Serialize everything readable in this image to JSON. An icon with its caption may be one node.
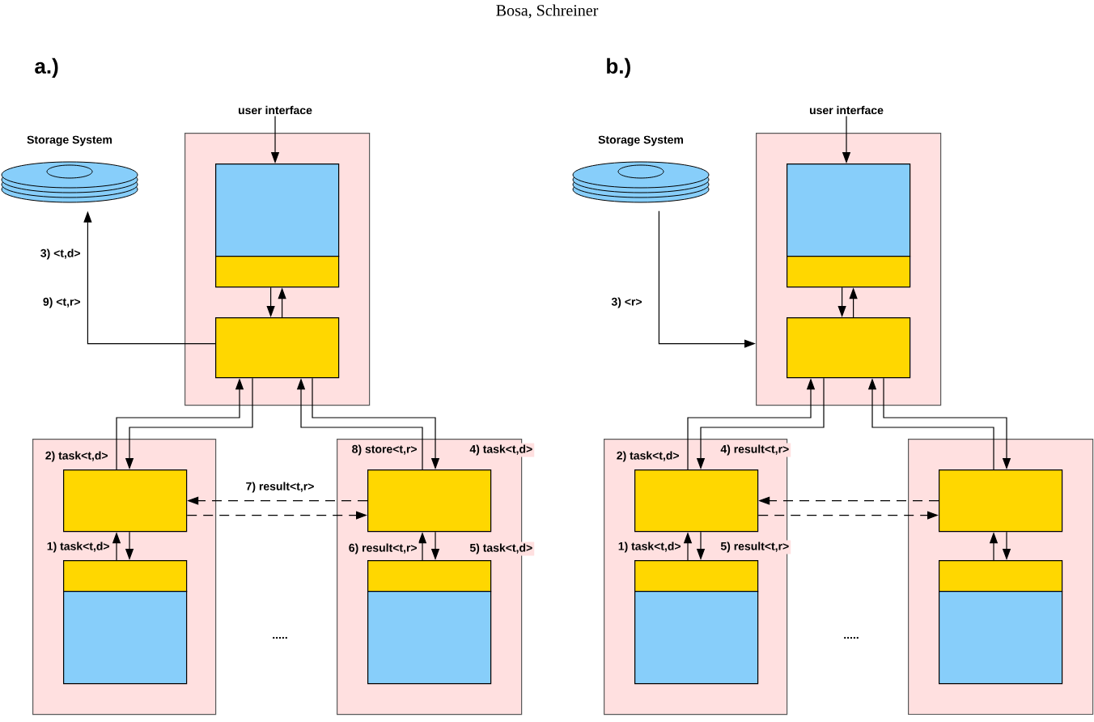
{
  "diagram": {
    "nodes": [
      {
        "text": [
          "Storage System"
        ]
      },
      {
        "text": [
          "user interface"
        ]
      },
      {
        "text": [],
        "shape": "box"
      },
      {
        "text": [],
        "shape": "box",
        "in": 2
      },
      {
        "text": [],
        "shape": "box",
        "in": 2
      },
      {
        "text": [],
        "shape": "box",
        "in": 2
      },
      {
        "text": [],
        "shape": "box"
      },
      {
        "text": [],
        "shape": "box",
        "in": 6
      },
      {
        "text": [],
        "shape": "box",
        "in": 6
      },
      {
        "text": [],
        "shape": "box",
        "in": 6
      },
      {
        "text": [],
        "shape": "box"
      },
      {
        "text": [],
        "shape": "box",
        "in": 10
      },
      {
        "text": [],
        "shape": "box",
        "in": 10
      },
      {
        "text": [],
        "shape": "box",
        "in": 10
      },
      {
        "text": [
          "Storage System"
        ]
      },
      {
        "text": [
          "user interface"
        ]
      },
      {
        "text": [],
        "shape": "box"
      },
      {
        "text": [],
        "shape": "box",
        "in": 16
      },
      {
        "text": [],
        "shape": "box",
        "in": 16
      },
      {
        "text": [],
        "shape": "box",
        "in": 16
      },
      {
        "text": [],
        "shape": "box"
      },
      {
        "text": [],
        "shape": "box",
        "in": 20
      },
      {
        "text": [],
        "shape": "box",
        "in": 20
      },
      {
        "text": [],
        "shape": "box",
        "in": 20
      },
      {
        "text": [],
        "shape": "box"
      },
      {
        "text": [],
        "shape": "box",
        "in": 24
      },
      {
        "text": [],
        "shape": "box",
        "in": 24
      },
      {
        "text": [],
        "shape": "box",
        "in": 24
      }
    ],
    "edges": [
      {
        "from": 1,
        "to": 3,
        "arrow": "to"
      },
      {
        "from": 4,
        "to": 5,
        "arrow": "to"
      },
      {
        "from": 5,
        "to": 4,
        "arrow": "to"
      },
      {
        "from": 5,
        "to": 0,
        "arrow": "to",
        "label": "3) <t,d>"
      },
      {
        "from": 7,
        "to": 5,
        "arrow": "to",
        "label": "2) task<t,d>"
      },
      {
        "from": 5,
        "to": 7,
        "arrow": "to"
      },
      {
        "from": 11,
        "to": 5,
        "arrow": "to",
        "label": "8) store<t,r>"
      },
      {
        "from": 5,
        "to": 11,
        "arrow": "to",
        "label": "4) task<t,d>"
      },
      {
        "from": 11,
        "to": 7,
        "arrow": "to",
        "style": "dashed",
        "label": "7) result<t,r>"
      },
      {
        "from": 7,
        "to": 11,
        "arrow": "to",
        "style": "dashed"
      },
      {
        "from": 8,
        "to": 7,
        "arrow": "to",
        "label": "1) task<t,d>"
      },
      {
        "from": 7,
        "to": 8,
        "arrow": "to"
      },
      {
        "from": 12,
        "to": 11,
        "arrow": "to",
        "label": "6) result<t,r>"
      },
      {
        "from": 11,
        "to": 12,
        "arrow": "to",
        "label": "5) task<t,d>"
      },
      {
        "from": 15,
        "to": 17,
        "arrow": "to"
      },
      {
        "from": 18,
        "to": 19,
        "arrow": "to"
      },
      {
        "from": 19,
        "to": 18,
        "arrow": "to"
      },
      {
        "from": 14,
        "to": 16,
        "arrow": "to",
        "label": "3) <r>"
      },
      {
        "from": 21,
        "to": 19,
        "arrow": "to",
        "label": "2) task<t,d>"
      },
      {
        "from": 19,
        "to": 21,
        "arrow": "to",
        "label": "4) result<t,r>"
      },
      {
        "from": 25,
        "to": 19,
        "arrow": "to"
      },
      {
        "from": 19,
        "to": 25,
        "arrow": "to"
      },
      {
        "from": 25,
        "to": 21,
        "arrow": "to",
        "style": "dashed"
      },
      {
        "from": 21,
        "to": 25,
        "arrow": "to",
        "style": "dashed"
      },
      {
        "from": 22,
        "to": 21,
        "arrow": "to",
        "label": "1) task<t,d>"
      },
      {
        "from": 21,
        "to": 22,
        "arrow": "to",
        "label": "5) result<t,r>"
      },
      {
        "from": 26,
        "to": 25,
        "arrow": "to"
      },
      {
        "from": 25,
        "to": 26,
        "arrow": "to"
      }
    ],
    "labels": [
      "Bosa, Schreiner",
      "a.)",
      "b.)",
      "9) <t,r>",
      ".....",
      "....."
    ]
  }
}
